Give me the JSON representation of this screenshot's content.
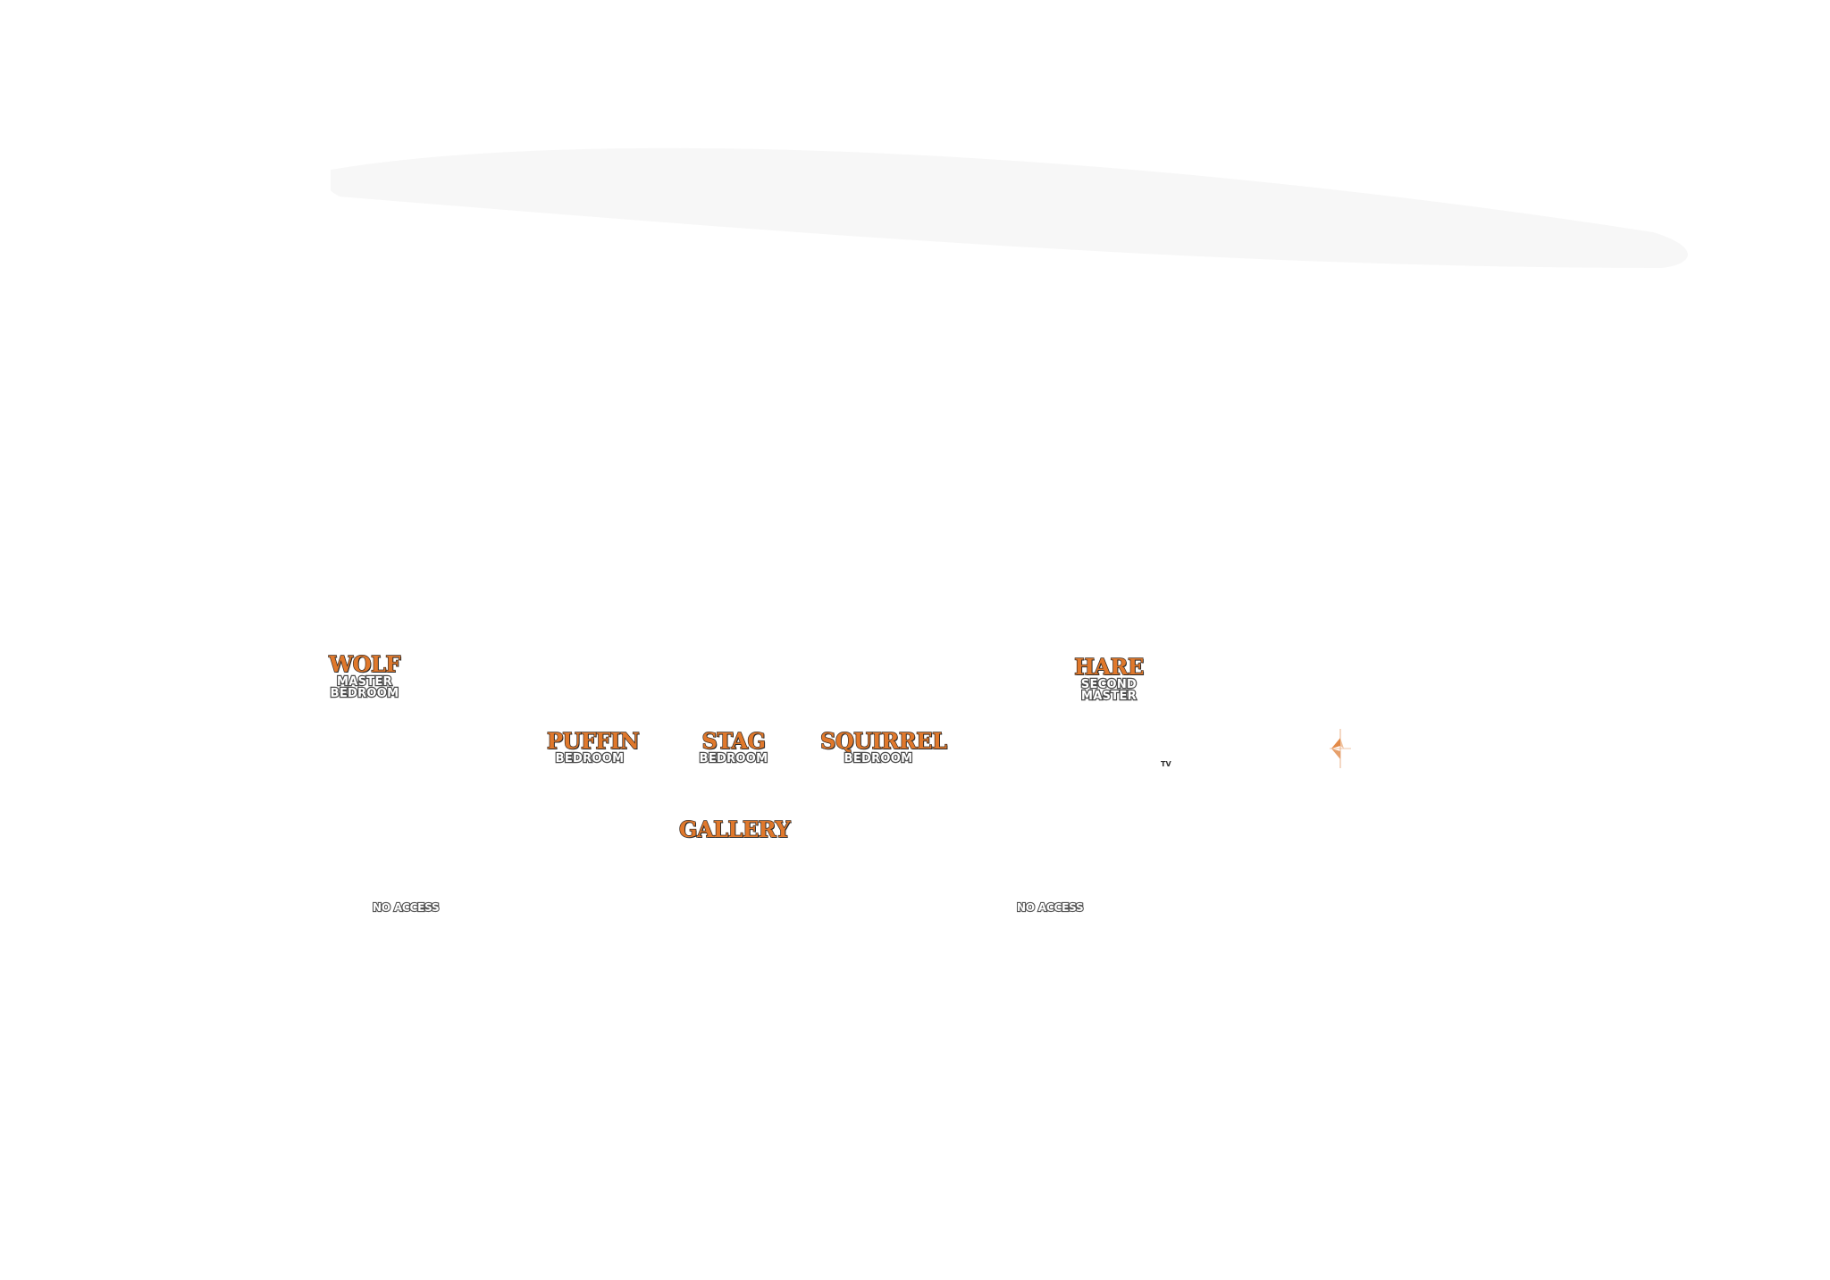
{
  "rooms": {
    "wolf": {
      "name": "WOLF",
      "sub1": "MASTER",
      "sub2": "BEDROOM"
    },
    "hare": {
      "name": "HARE",
      "sub1": "SECOND",
      "sub2": "MASTER"
    },
    "puffin": {
      "name": "PUFFIN",
      "sub1": "BEDROOM"
    },
    "stag": {
      "name": "STAG",
      "sub1": "BEDROOM"
    },
    "squirrel": {
      "name": "SQUIRREL",
      "sub1": "BEDROOM"
    },
    "gallery": {
      "name": "GALLERY"
    }
  },
  "labels": {
    "tv": "TV",
    "no_access_left": "NO ACCESS",
    "no_access_right": "NO ACCESS"
  },
  "colors": {
    "room_name": "#e0782b",
    "room_outline": "#3b2c22",
    "sub_text": "#ffffff",
    "sub_outline": "#4a4a4a",
    "compass": "#e38a48"
  },
  "icons": {
    "compass": "compass-icon"
  }
}
